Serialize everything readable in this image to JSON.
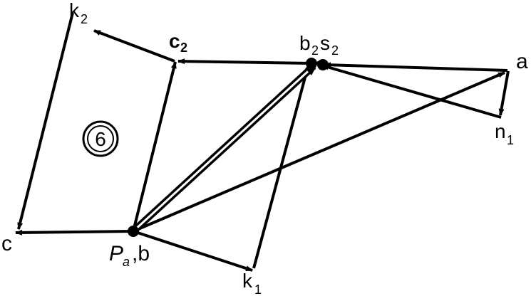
{
  "labels": {
    "k2_main": "k",
    "k2_sub": "2",
    "c2_main": "c",
    "c2_sub": "2",
    "b2_main": "b",
    "b2_sub": "2",
    "s2_main": "s",
    "s2_sub": "2",
    "a": "a",
    "n1_main": "n",
    "n1_sub": "1",
    "c": "c",
    "pa_main": "P",
    "pa_sub": "a",
    "pa_rest": ",b",
    "k1_main": "k",
    "k1_sub": "1",
    "circled_number": "6"
  },
  "colors": {
    "stroke": "#000000",
    "background": "#ffffff"
  }
}
